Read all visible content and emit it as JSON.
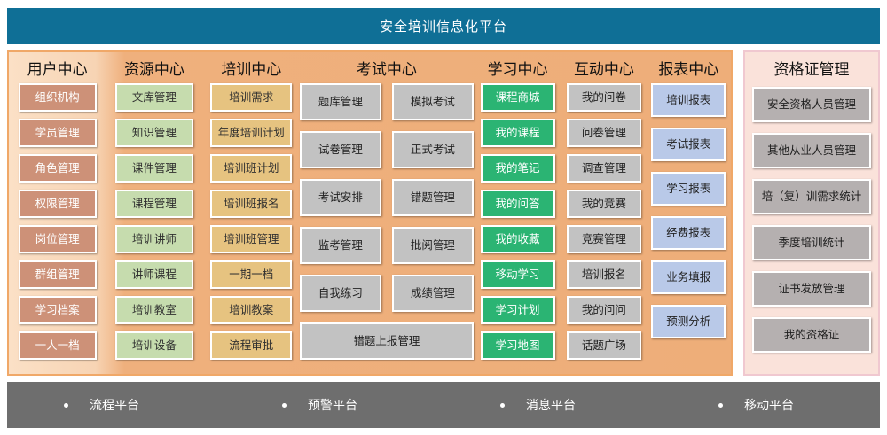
{
  "header": {
    "title": "安全培训信息化平台",
    "accent_color": "#0f6f96"
  },
  "main_panel": {
    "background_color": "#eeae79",
    "columns": [
      {
        "key": "user-center",
        "title": "用户中心",
        "button_color": "#cd9178",
        "items": [
          "组织机构",
          "学员管理",
          "角色管理",
          "权限管理",
          "岗位管理",
          "群组管理",
          "学习档案",
          "一人一档"
        ]
      },
      {
        "key": "resource-center",
        "title": "资源中心",
        "button_color": "#c6dcae",
        "items": [
          "文库管理",
          "知识管理",
          "课件管理",
          "课程管理",
          "培训讲师",
          "讲师课程",
          "培训教室",
          "培训设备"
        ]
      },
      {
        "key": "training-center",
        "title": "培训中心",
        "button_color": "#e6c380",
        "items": [
          "培训需求",
          "年度培训计划",
          "培训班计划",
          "培训班报名",
          "培训班管理",
          "一期一档",
          "培训教案",
          "流程审批"
        ]
      },
      {
        "key": "exam-center",
        "title": "考试中心",
        "button_color": "#c2c2c2",
        "items": [
          "题库管理",
          "模拟考试",
          "试卷管理",
          "正式考试",
          "考试安排",
          "错题管理",
          "监考管理",
          "批阅管理",
          "自我练习",
          "成绩管理"
        ],
        "wide_item": "错题上报管理"
      },
      {
        "key": "study-center",
        "title": "学习中心",
        "button_color": "#2bb473",
        "items": [
          "课程商城",
          "我的课程",
          "我的笔记",
          "我的问答",
          "我的收藏",
          "移动学习",
          "学习计划",
          "学习地图"
        ]
      },
      {
        "key": "interaction-center",
        "title": "互动中心",
        "button_color": "#c2c2c2",
        "items": [
          "我的问卷",
          "问卷管理",
          "调查管理",
          "我的竞赛",
          "竞赛管理",
          "培训报名",
          "我的问问",
          "话题广场"
        ]
      },
      {
        "key": "report-center",
        "title": "报表中心",
        "button_color": "#b9c9e8",
        "items": [
          "培训报表",
          "考试报表",
          "学习报表",
          "经费报表",
          "业务填报",
          "预测分析"
        ]
      }
    ]
  },
  "side_panel": {
    "key": "certificate-management",
    "title": "资格证管理",
    "background_color": "#fae2da",
    "button_color": "#b5b0b0",
    "items": [
      "安全资格人员管理",
      "其他从业人员管理",
      "培（复）训需求统计",
      "季度培训统计",
      "证书发放管理",
      "我的资格证"
    ]
  },
  "bottom_bar": {
    "background_color": "#6e6e6e",
    "items": [
      "流程平台",
      "预警平台",
      "消息平台",
      "移动平台"
    ]
  }
}
